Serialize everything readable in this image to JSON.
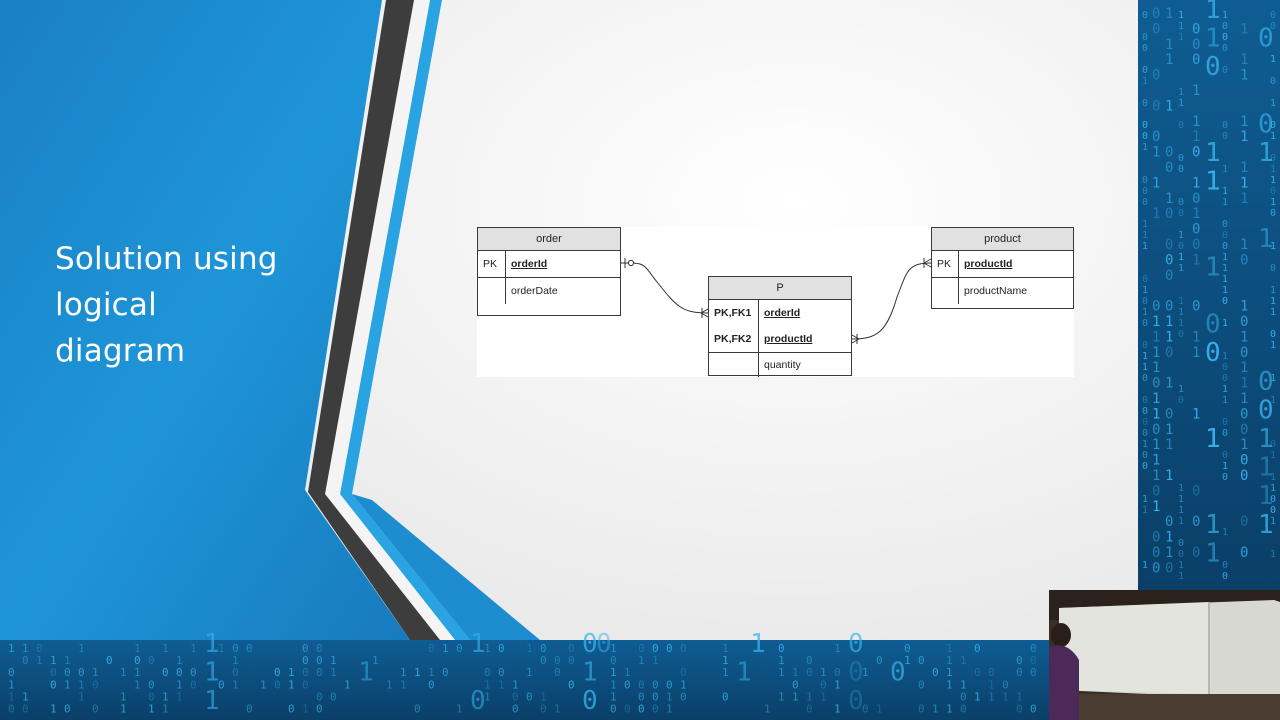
{
  "slide": {
    "title_lines": [
      "Solution using",
      "logical",
      "diagram"
    ],
    "colors": {
      "accent_blue": "#1f95d6",
      "dark_stripe": "#3d3d3d",
      "binary_bg": "#0d4a78",
      "binary_digit": "#38b6f0"
    }
  },
  "diagram": {
    "entities": {
      "order": {
        "name": "order",
        "rows": [
          {
            "key": "PK",
            "field": "orderId",
            "is_pk": true
          },
          {
            "key": "",
            "field": "orderDate",
            "is_pk": false
          }
        ]
      },
      "p": {
        "name": "P",
        "rows": [
          {
            "key": "PK,FK1",
            "field": "orderId",
            "is_pk": true
          },
          {
            "key": "PK,FK2",
            "field": "productId",
            "is_pk": true
          },
          {
            "key": "",
            "field": "quantity",
            "is_pk": false
          }
        ]
      },
      "product": {
        "name": "product",
        "rows": [
          {
            "key": "PK",
            "field": "productId",
            "is_pk": true
          },
          {
            "key": "",
            "field": "productName",
            "is_pk": false
          }
        ]
      }
    },
    "relationships": [
      {
        "from": "order.orderId",
        "to": "P.orderId",
        "from_end": "one-or-zero",
        "to_end": "one-or-many"
      },
      {
        "from": "product.productId",
        "to": "P.productId",
        "from_end": "one-or-many",
        "to_end": "one-or-many"
      }
    ]
  }
}
